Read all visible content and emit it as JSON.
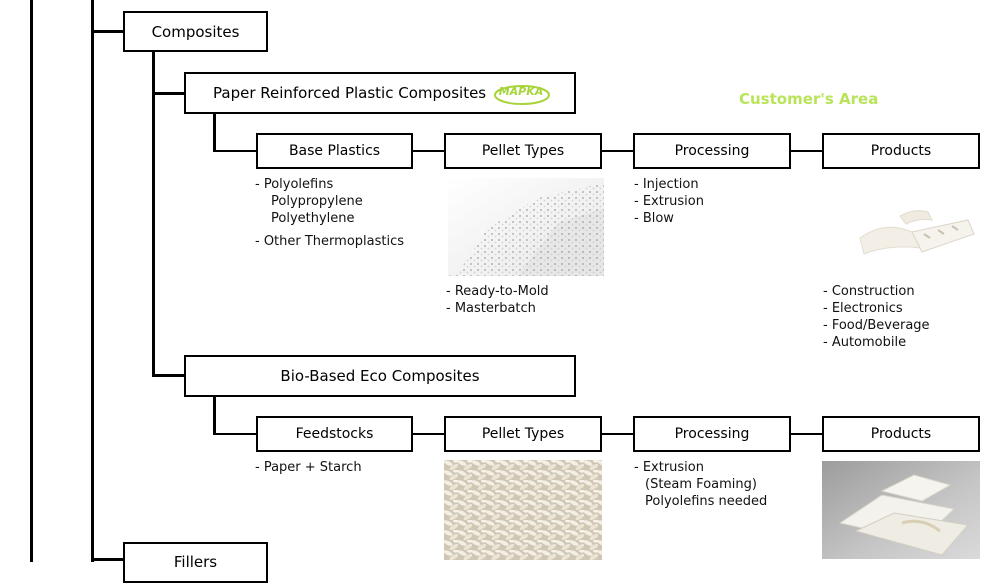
{
  "nodes": {
    "composites": "Composites",
    "fillers": "Fillers",
    "prpc": "Paper Reinforced Plastic Composites",
    "logo_text": "MAPKA",
    "bio": "Bio-Based Eco Composites"
  },
  "customers_area": "Customer's Area",
  "row1": {
    "base_plastics": {
      "title": "Base Plastics",
      "items": [
        "- Polyolefins",
        "Polypropylene",
        "Polyethylene",
        "- Other Thermoplastics"
      ]
    },
    "pellet_types": {
      "title": "Pellet Types",
      "items": [
        "- Ready-to-Mold",
        "- Masterbatch"
      ]
    },
    "processing": {
      "title": "Processing",
      "items": [
        "- Injection",
        "- Extrusion",
        "- Blow"
      ]
    },
    "products": {
      "title": "Products",
      "items": [
        "- Construction",
        "- Electronics",
        "- Food/Beverage",
        "- Automobile"
      ]
    }
  },
  "row2": {
    "feedstocks": {
      "title": "Feedstocks",
      "items": [
        "- Paper + Starch"
      ]
    },
    "pellet_types": {
      "title": "Pellet Types"
    },
    "processing": {
      "title": "Processing",
      "items": [
        "- Extrusion",
        "(Steam Foaming)",
        "Polyolefins needed"
      ]
    },
    "products": {
      "title": "Products"
    }
  },
  "colors": {
    "accent": "#b9e45a",
    "line": "#000000",
    "logo": "#a6d43a"
  }
}
